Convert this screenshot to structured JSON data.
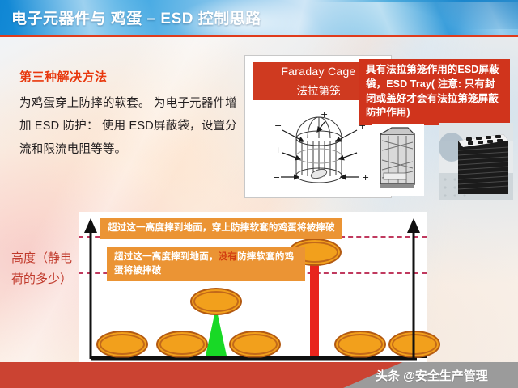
{
  "header": {
    "title": "电子元器件与 鸡蛋 – ESD 控制思路"
  },
  "body_copy": {
    "heading": "第三种解决方法",
    "paragraph": "为鸡蛋穿上防摔的软套。\n为电子元器件增加 ESD 防护： 使用 ESD屏蔽袋，设置分流和限流电阻等等。"
  },
  "faraday_panel": {
    "caption_en": "Faraday Cage",
    "caption_zh": "法拉第笼",
    "diagram_name": "faraday-cage-diagram",
    "charge_plus": "+",
    "charge_minus": "−"
  },
  "note": {
    "text": "具有法拉第笼作用的ESD屏蔽袋，ESD Tray( 注意: 只有封闭或盖好才会有法拉第笼屏蔽防护作用)"
  },
  "photos": [
    {
      "name": "esd-shielding-bag-photo"
    },
    {
      "name": "esd-tray-stack-photo"
    }
  ],
  "chart_data": {
    "type": "bar",
    "title": "",
    "ylabel": "高度（静电荷的多少）",
    "xlabel": "",
    "ylim": [
      0,
      100
    ],
    "grid": false,
    "legend": "none",
    "categories": [
      "egg-1",
      "egg-2",
      "egg-cushioned",
      "egg-3",
      "egg-protected",
      "egg-4",
      "egg-5"
    ],
    "values": [
      5,
      5,
      42,
      5,
      80,
      5,
      5
    ],
    "annotations": [
      {
        "name": "threshold-upper",
        "y": 84,
        "style": "dashed",
        "color": "#c0395e"
      },
      {
        "name": "threshold-lower",
        "y": 59,
        "style": "dashed",
        "color": "#c0395e"
      }
    ],
    "banners": [
      {
        "name": "banner-upper",
        "text": "超过这一高度摔到地面，穿上防摔软套的鸡蛋将被摔破"
      },
      {
        "name": "banner-lower",
        "text_before": "超过这一高度摔到地面，",
        "text_highlight": "没有",
        "text_after": "防摔软套的鸡蛋将被摔破"
      }
    ],
    "supports": [
      {
        "name": "green-cushion-support",
        "shape": "triangle",
        "color": "#18d926",
        "x": 42
      },
      {
        "name": "red-column-support",
        "shape": "bar",
        "color": "#e8241c",
        "x": 66
      }
    ],
    "marker_color": "#f2a01c",
    "marker_outline": "#b35a12"
  },
  "footer": {
    "watermark": "头条 @安全生产管理"
  }
}
